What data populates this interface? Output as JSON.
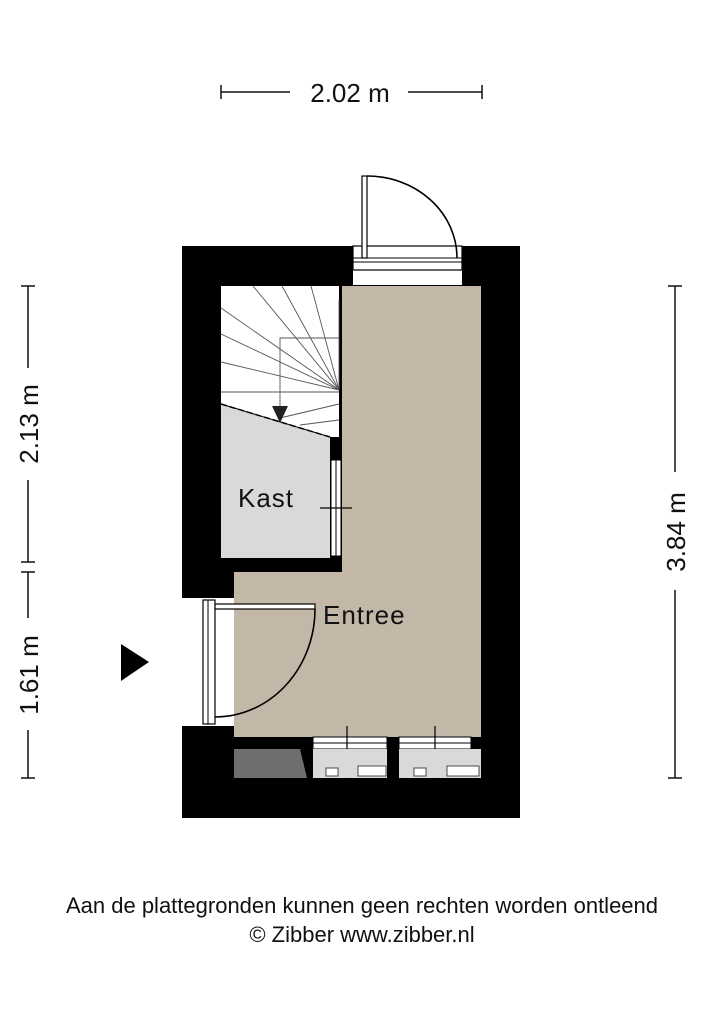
{
  "dimensions": {
    "top_width": "2.02 m",
    "left_upper": "2.13 m",
    "left_lower": "1.61 m",
    "right_height": "3.84 m"
  },
  "rooms": {
    "entree": "Entree",
    "kast": "Kast"
  },
  "footer": {
    "disclaimer": "Aan de plattegronden kunnen geen rechten worden ontleend",
    "copyright": "© Zibber www.zibber.nl"
  },
  "colors": {
    "wall": "#000000",
    "entree_floor": "#c3b8a8",
    "kast_floor": "#d9d9d9",
    "appliance_dark": "#6e6e6e",
    "meter_floor": "#d9d9d9"
  }
}
